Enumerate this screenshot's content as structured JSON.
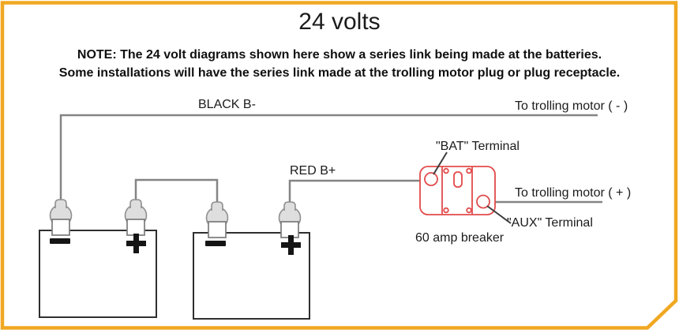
{
  "title": "24 volts",
  "note": {
    "line1": "NOTE: The 24 volt diagrams shown here show a series link being made at the batteries.",
    "line2": "Some installations will have the series link made at the trolling motor plug or plug receptacle."
  },
  "labels": {
    "black_wire": "BLACK B-",
    "red_wire": "RED B+",
    "to_motor_neg": "To trolling motor ( - )",
    "to_motor_pos": "To trolling motor ( + )",
    "bat_terminal": "\"BAT\" Terminal",
    "aux_terminal": "\"AUX\" Terminal",
    "breaker": "60 amp breaker"
  },
  "batteries": [
    {
      "id": "battery-1",
      "left_terminal": "minus",
      "right_terminal": "plus"
    },
    {
      "id": "battery-2",
      "left_terminal": "minus",
      "right_terminal": "plus"
    }
  ],
  "breaker": {
    "rating": "60 amp",
    "terminals": [
      "BAT",
      "AUX"
    ]
  },
  "colors": {
    "border": "#F0A822",
    "breaker_outline": "#E24B4B",
    "wire": "#848484",
    "leader": "#3C3C3C",
    "text": "#1B1B1B"
  }
}
